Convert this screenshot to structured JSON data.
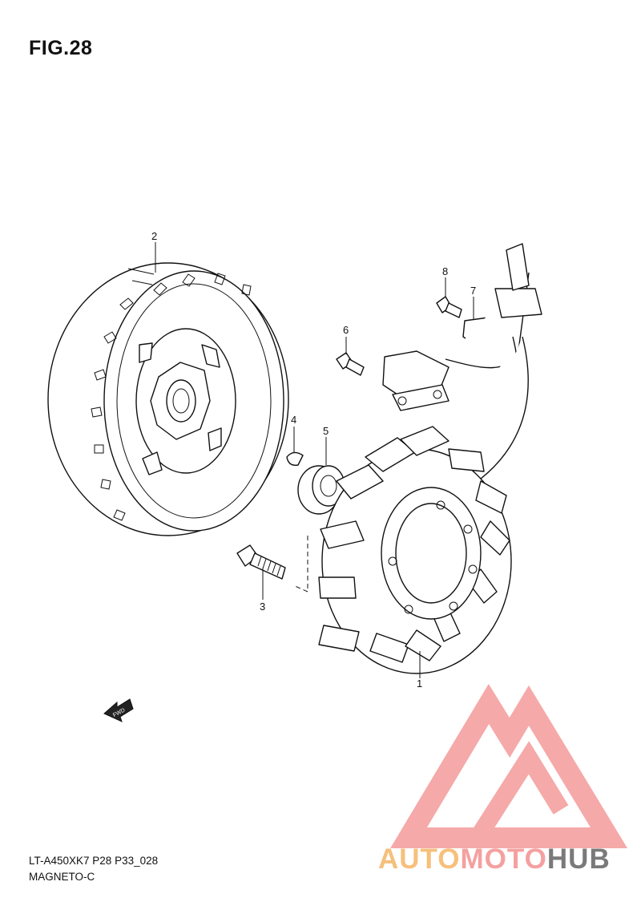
{
  "figure": {
    "title": "FIG.28",
    "footer_code": "LT-A450XK7 P28 P33_028",
    "footer_section": "MAGNETO-C"
  },
  "callouts": [
    {
      "id": "1",
      "label": "1"
    },
    {
      "id": "2",
      "label": "2"
    },
    {
      "id": "3",
      "label": "3"
    },
    {
      "id": "4",
      "label": "4"
    },
    {
      "id": "5",
      "label": "5"
    },
    {
      "id": "6",
      "label": "6"
    },
    {
      "id": "7",
      "label": "7"
    },
    {
      "id": "8",
      "label": "8"
    }
  ],
  "fwd_label": "FWD",
  "watermark": {
    "part1": "AUTO",
    "part2": "MOTO",
    "part3": "HUB",
    "colors": {
      "orange": "#f6c07c",
      "red": "#f5a0a0",
      "gray": "#7a7a7a"
    }
  }
}
